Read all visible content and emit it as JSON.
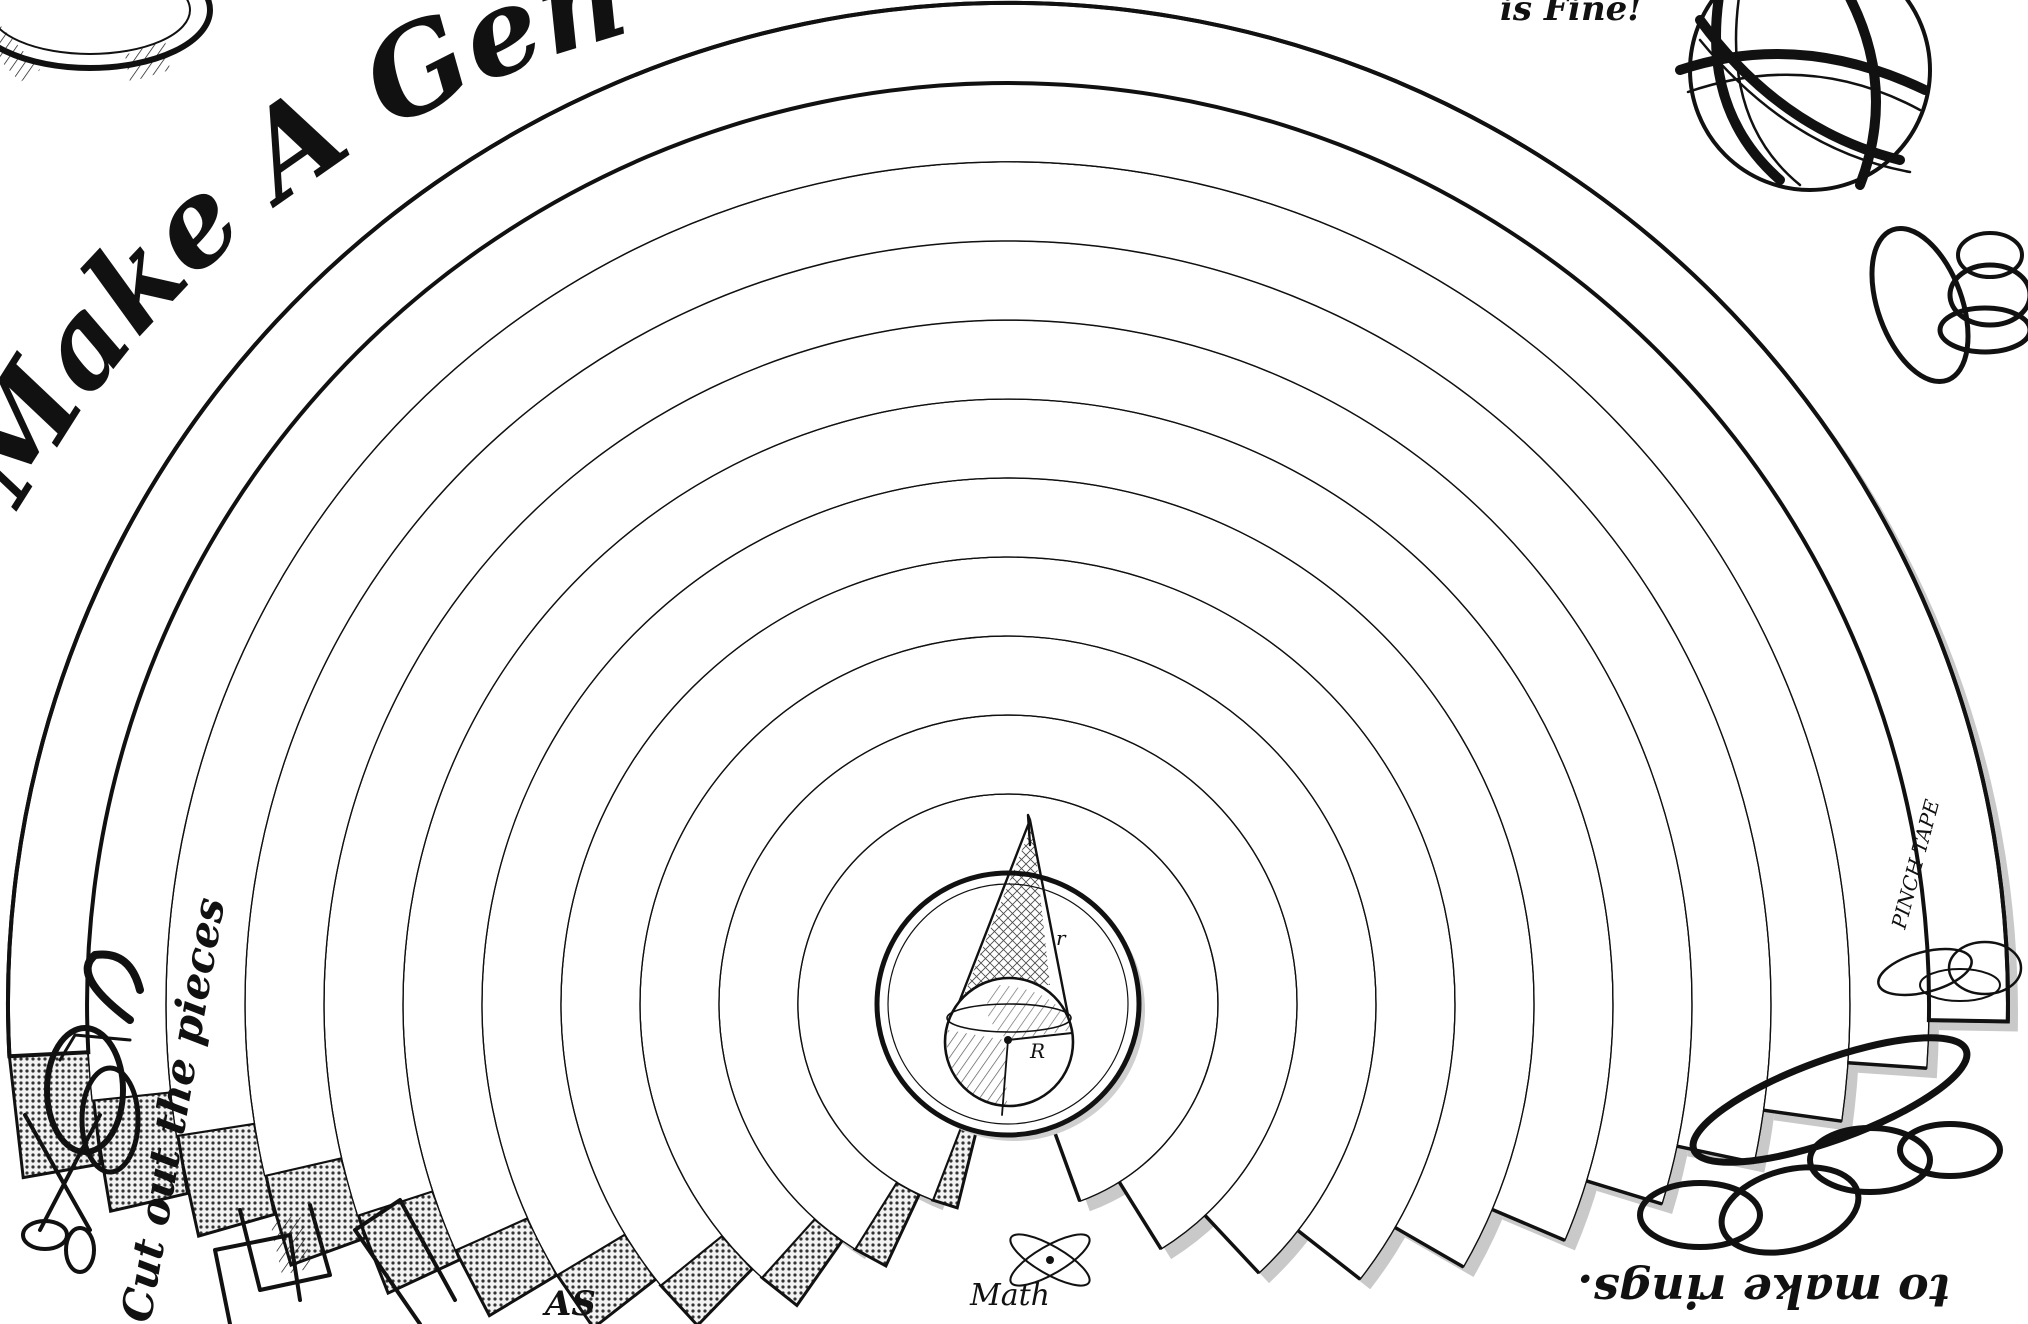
{
  "title_text": "Make A Genuine",
  "corner_note_top_right": "is Fine!",
  "instruction_cut": "Cut out the pieces",
  "instruction_rings": "to make rings.",
  "tape_label": "PINCH TAPE",
  "bottom_note_as": "AS",
  "bottom_note_math": "Math",
  "center_label_small": "r",
  "center_label_large": "R",
  "colors": {
    "ink": "#111111",
    "paper": "#ffffff",
    "shadow": "#c9c9c9",
    "dot_tab": "#6e6e6e"
  },
  "ring_count": 11
}
